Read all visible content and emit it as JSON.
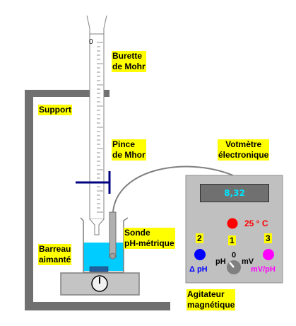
{
  "labels": {
    "burette": "Burette\nde Mohr",
    "support": "Support",
    "pince": "Pince\nde Mhor",
    "voltmetre": "Votmètre\nélectronique",
    "sonde": "Sonde\npH-métrique",
    "barreau": "Barreau\naimanté",
    "agitateur": "Agitateur\nmagnétique"
  },
  "burette_scale_zero": "0",
  "meter": {
    "display_value": "8,32",
    "temperature": "25 ° C",
    "button_numbers": [
      "2",
      "1",
      "3"
    ],
    "delta_ph": "Δ pH",
    "mv_ph": "mV/pH",
    "knob_ph": "pH",
    "knob_zero": "0",
    "knob_mv": "mV"
  },
  "colors": {
    "frame": "#707070",
    "clamp": "#000080",
    "solution": "#00ccff",
    "stir_bar": "#2060a0",
    "meter_panel": "#c0c0c0",
    "button_blue": "#0000ff",
    "button_red": "#ff0000",
    "button_magenta": "#ff00ff",
    "label_bg": "#ffff00"
  }
}
